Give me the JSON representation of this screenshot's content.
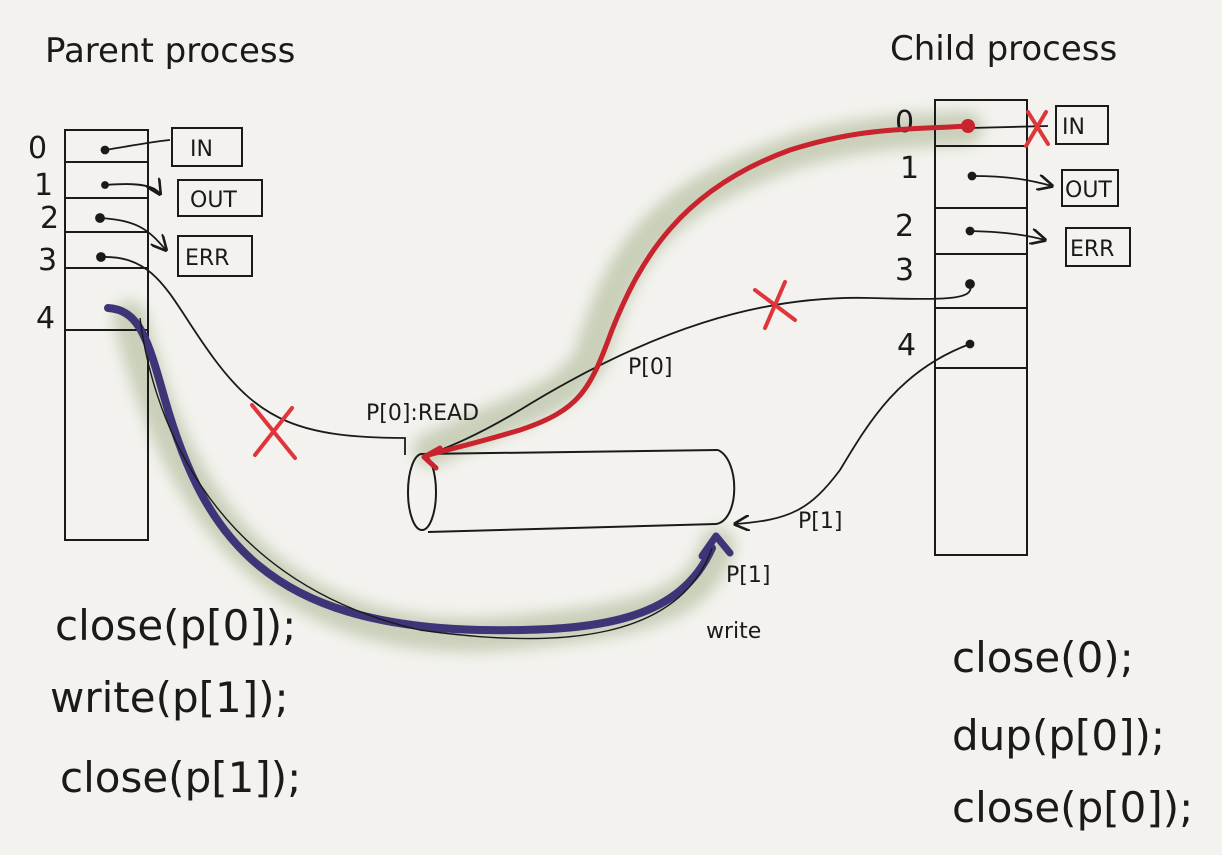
{
  "parent": {
    "title": "Parent process",
    "fd_labels": [
      "0",
      "1",
      "2",
      "3",
      "4"
    ],
    "streams": [
      "IN",
      "OUT",
      "ERR"
    ],
    "code": [
      "close(p[0]);",
      "write(p[1]);",
      "close(p[1]);"
    ]
  },
  "child": {
    "title": "Child process",
    "fd_labels": [
      "0",
      "1",
      "2",
      "3",
      "4"
    ],
    "streams": [
      "IN",
      "OUT",
      "ERR"
    ],
    "code": [
      "close(0);",
      "dup(p[0]);",
      "close(p[0]);"
    ]
  },
  "pipe": {
    "read_label": "P[0]:READ",
    "write_label": "P[1]",
    "write_text": "write",
    "child_read_label": "P[0]",
    "child_write_label": "P[1]"
  },
  "colors": {
    "ink": "#1a1a1a",
    "red_path": "#c9232e",
    "cross": "#e0353a",
    "blue_path": "#3d3577",
    "glow": "#a7b48e"
  }
}
